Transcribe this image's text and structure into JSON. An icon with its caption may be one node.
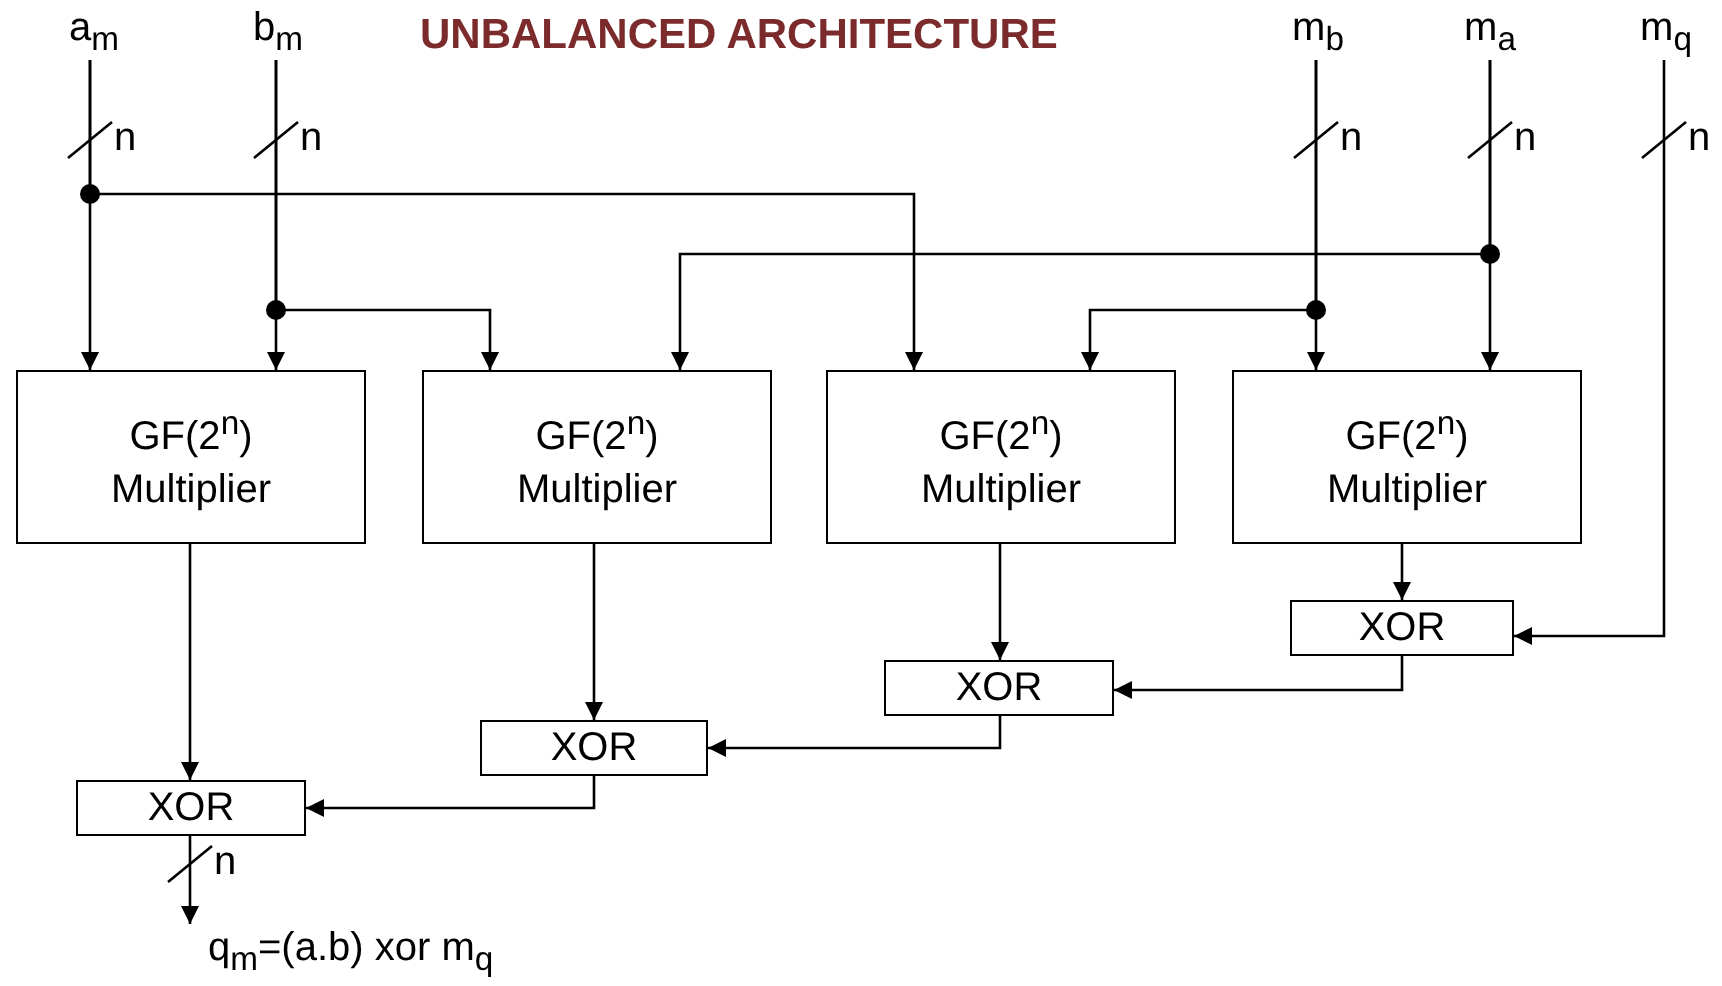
{
  "diagram": {
    "title": "UNBALANCED ARCHITECTURE",
    "nodes": [
      {
        "text": [
          "a$_{m}$"
        ]
      },
      {
        "text": [
          "b$_{m}$"
        ]
      },
      {
        "text": [
          "m$_{b}$"
        ]
      },
      {
        "text": [
          "m$_{a}$"
        ]
      },
      {
        "text": [
          "m$_{q}$"
        ]
      },
      {
        "text": [
          "GF(2$^{n}$) Multiplier"
        ]
      },
      {
        "text": [
          "GF(2$^{n}$) Multiplier"
        ]
      },
      {
        "text": [
          "GF(2$^{n}$) Multiplier"
        ]
      },
      {
        "text": [
          "GF(2$^{n}$) Multiplier"
        ]
      },
      {
        "text": [
          "XOR"
        ]
      },
      {
        "text": [
          "XOR"
        ]
      },
      {
        "text": [
          "XOR"
        ]
      },
      {
        "text": [
          "XOR"
        ]
      },
      {
        "text": [
          "q$_{m}$=(a.b) xor m$_{q}$"
        ]
      }
    ],
    "edges": [
      {
        "from": 0,
        "to": 5,
        "arrow": "to"
      },
      {
        "from": 0,
        "to": 7,
        "arrow": "to"
      },
      {
        "from": 1,
        "to": 5,
        "arrow": "to"
      },
      {
        "from": 1,
        "to": 6,
        "arrow": "to"
      },
      {
        "from": 2,
        "to": 7,
        "arrow": "to"
      },
      {
        "from": 2,
        "to": 8,
        "arrow": "to"
      },
      {
        "from": 3,
        "to": 6,
        "arrow": "to"
      },
      {
        "from": 3,
        "to": 8,
        "arrow": "to"
      },
      {
        "from": 8,
        "to": 9,
        "arrow": "to"
      },
      {
        "from": 4,
        "to": 9,
        "arrow": "to"
      },
      {
        "from": 7,
        "to": 10,
        "arrow": "to"
      },
      {
        "from": 9,
        "to": 10,
        "arrow": "to"
      },
      {
        "from": 6,
        "to": 11,
        "arrow": "to"
      },
      {
        "from": 10,
        "to": 11,
        "arrow": "to"
      },
      {
        "from": 5,
        "to": 12,
        "arrow": "to"
      },
      {
        "from": 11,
        "to": 12,
        "arrow": "to"
      },
      {
        "from": 12,
        "to": 13,
        "arrow": "to"
      }
    ],
    "labels": [
      "n",
      "n",
      "n",
      "n",
      "n",
      "n"
    ]
  }
}
